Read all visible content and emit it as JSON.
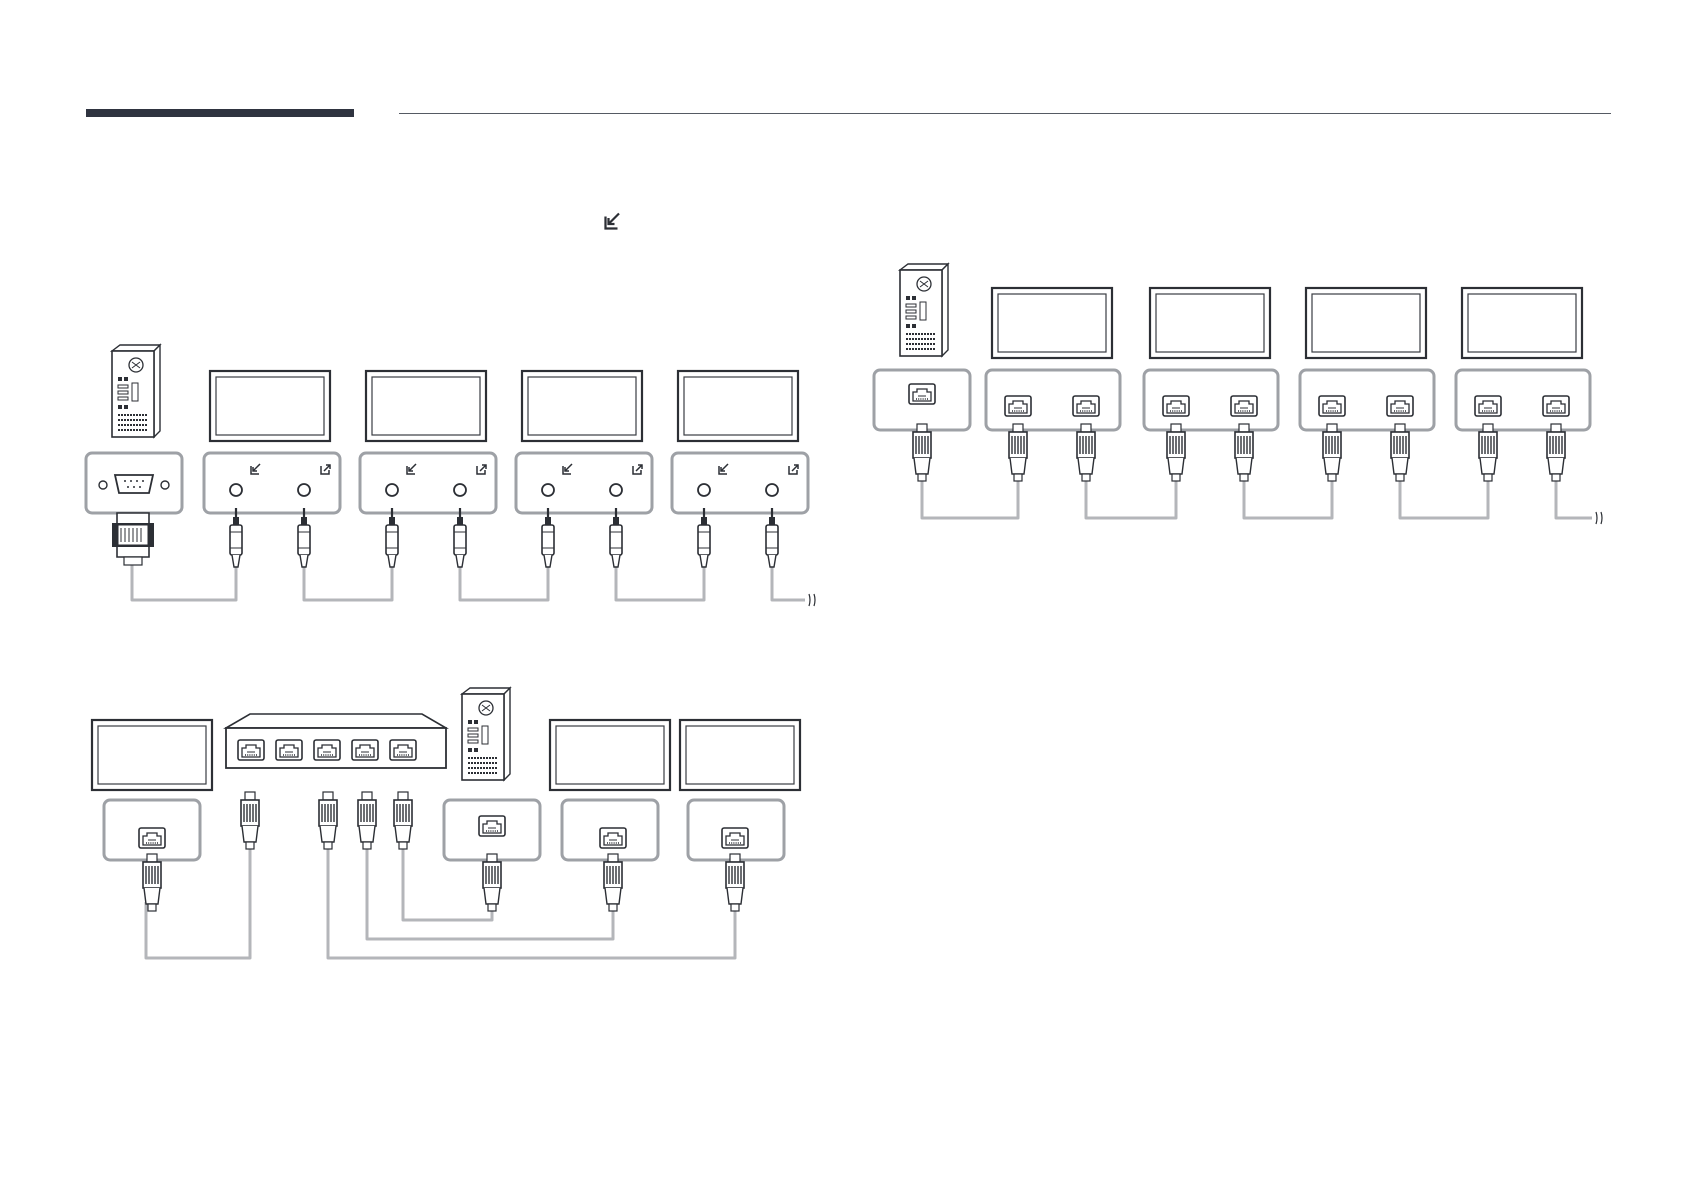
{
  "header": {
    "accent_color": "#2f3440",
    "rule_color": "#555a63"
  },
  "intro": {
    "icon": "rs232c-in-icon"
  },
  "diagrams": {
    "rs232c_daisy_chain": {
      "pc_port": "rs232c-serial-port",
      "monitor_count": 4,
      "ports_per_monitor": [
        "rs232c-in-icon",
        "rs232c-out-icon"
      ],
      "continues_icon": "cable-continues-icon"
    },
    "lan_daisy_chain": {
      "pc_port": "rj45-lan-port",
      "monitor_count": 4,
      "ports_per_monitor": [
        "rj45-lan-port",
        "rj45-lan-port"
      ],
      "continues_icon": "cable-continues-icon"
    },
    "lan_hub": {
      "hub_port_count": 5,
      "monitor_count": 3,
      "device": "network-hub"
    }
  },
  "colors": {
    "cable": "#b4b6ba",
    "panel_border": "#9ea1a6",
    "line_art": "#2c2f35"
  }
}
